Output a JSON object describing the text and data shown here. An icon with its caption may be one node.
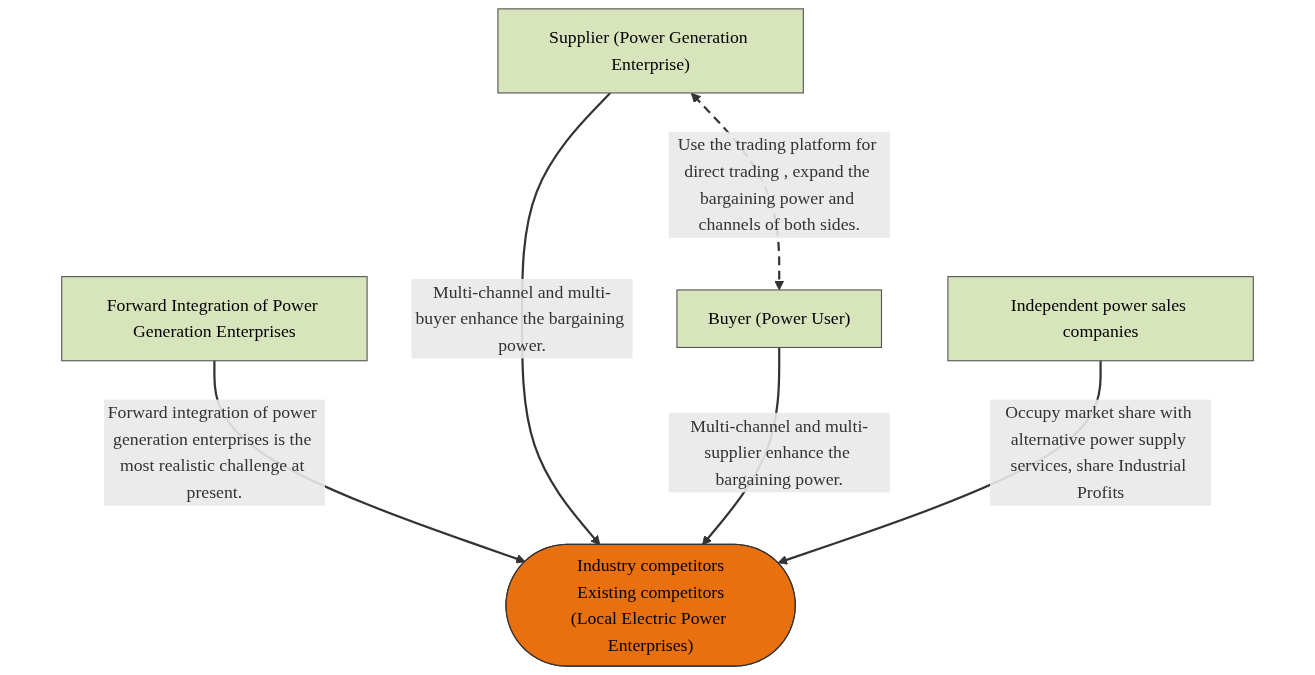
{
  "diagram": {
    "nodes": [
      {
        "text": [
          "Forward Integration of Power Generation Enterprises"
        ]
      },
      {
        "text": [
          "Supplier (Power Generation Enterprise)"
        ]
      },
      {
        "text": [
          "Industry competitors",
          "Existing competitors",
          "(Local Electric Power Enterprises)"
        ]
      },
      {
        "text": [
          "Buyer (Power User)"
        ]
      },
      {
        "text": [
          "Independent power sales companies"
        ]
      }
    ],
    "edges": [
      {
        "from": 0,
        "to": 2,
        "arrow": "to",
        "label": "Forward integration of power generation enterprises is the most realistic challenge at present."
      },
      {
        "from": 1,
        "to": 2,
        "arrow": "to",
        "label": "Multi-channel and multi-buyer enhance the bargaining power."
      },
      {
        "from": 3,
        "to": 2,
        "arrow": "to",
        "label": "Multi-channel and multi-supplier enhance the bargaining power."
      },
      {
        "from": 4,
        "to": 2,
        "arrow": "to",
        "label": "Occupy market share with alternative power supply services, share Industrial Profits"
      },
      {
        "from": 1,
        "to": 3,
        "arrow": "both",
        "style": "dashed",
        "label": "Use the trading platform for direct trading , expand the bargaining power and channels of both sides."
      }
    ]
  }
}
